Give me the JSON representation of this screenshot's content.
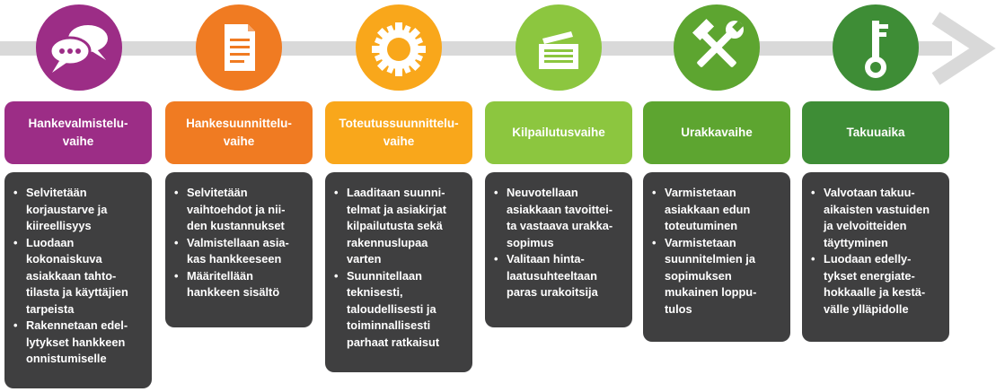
{
  "colors": {
    "purple": "#9c2d86",
    "orange": "#f07b22",
    "yellow": "#f9a71b",
    "lightgreen": "#8cc63f",
    "green": "#5da530",
    "darkgreen": "#3e8d36",
    "card": "#3f3f40",
    "arrow": "#d9d9d9"
  },
  "phases": [
    {
      "icon": "speech-bubbles-icon",
      "title": "Hankevalmistelu-\nvaihe",
      "items": [
        "Selvitetään\nkorjaustarve ja\nkiireellisyys",
        "Luodaan\nkokonaiskuva\nasiakkaan tahto-\ntilasta ja käyttäjien\ntarpeista",
        "Rakennetaan edel-\nlytykset hankkeen\nonnistumiselle"
      ]
    },
    {
      "icon": "document-icon",
      "title": "Hankesuunnittelu-\nvaihe",
      "items": [
        "Selvitetään\nvaihtoehdot ja nii-\nden kustannukset",
        "Valmistellaan asia-\nkas hankkeeseen",
        "Määritellään\nhankkeen sisältö"
      ]
    },
    {
      "icon": "gear-icon",
      "title": "Toteutussuunnittelu-\nvaihe",
      "items": [
        "Laaditaan suunni-\ntelmat ja asiakirjat\nkilpailutusta sekä\nrakennuslupaa\nvarten",
        "Suunnitellaan\nteknisesti,\n taloudellisesti ja\ntoiminnallisesti\nparhaat ratkaisut"
      ]
    },
    {
      "icon": "documents-stack-icon",
      "title": "Kilpailutusvaihe",
      "items": [
        "Neuvotellaan\nasiakkaan tavoittei-\nta vastaava urakka-\nsopimus",
        "Valitaan hinta-\nlaatusuhteeltaan\nparas urakoitsija"
      ]
    },
    {
      "icon": "tools-icon",
      "title": "Urakkavaihe",
      "items": [
        "Varmistetaan\nasiakkaan edun\ntoteutuminen",
        "Varmistetaan\nsuunnitelmien ja\nsopimuksen\nmukainen loppu-\ntulos"
      ]
    },
    {
      "icon": "key-icon",
      "title": "Takuuaika",
      "items": [
        "Valvotaan takuu-\naikaisten vastuiden\nja velvoitteiden\ntäyttyminen",
        "Luodaan edelly-\ntykset energiate-\nhokkaalle ja kestä-\nvälle ylläpidolle"
      ]
    }
  ]
}
